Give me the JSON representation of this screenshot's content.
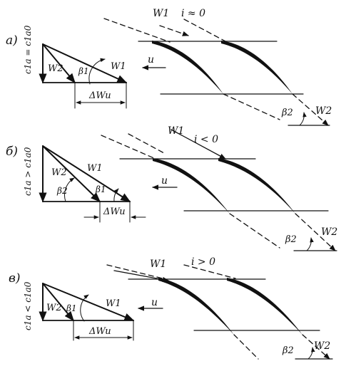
{
  "panels": [
    {
      "key": "a",
      "label": "а)",
      "axial_label": "c1a = c1a0",
      "w1": "W1",
      "w2": "W2",
      "beta1": "β1",
      "delta_wu": "ΔWu",
      "u": "u",
      "incidence": "i ≈ 0",
      "inlet_w": "W1",
      "beta2": "β2",
      "outlet_w": "W2"
    },
    {
      "key": "b",
      "label": "б)",
      "axial_label": "c1a > c1a0",
      "w1": "W1",
      "w2": "W2",
      "beta1": "β1",
      "beta2_tri": "β2",
      "delta_wu": "ΔWu",
      "u": "u",
      "incidence": "i < 0",
      "inlet_w": "W1",
      "beta2": "β2",
      "outlet_w": "W2"
    },
    {
      "key": "v",
      "label": "в)",
      "axial_label": "c1a < c1a0",
      "w1": "W1",
      "w2": "W2",
      "beta1": "β1",
      "delta_wu": "ΔWu",
      "u": "u",
      "incidence": "i > 0",
      "inlet_w": "W1",
      "beta2": "β2",
      "outlet_w": "W2"
    }
  ]
}
